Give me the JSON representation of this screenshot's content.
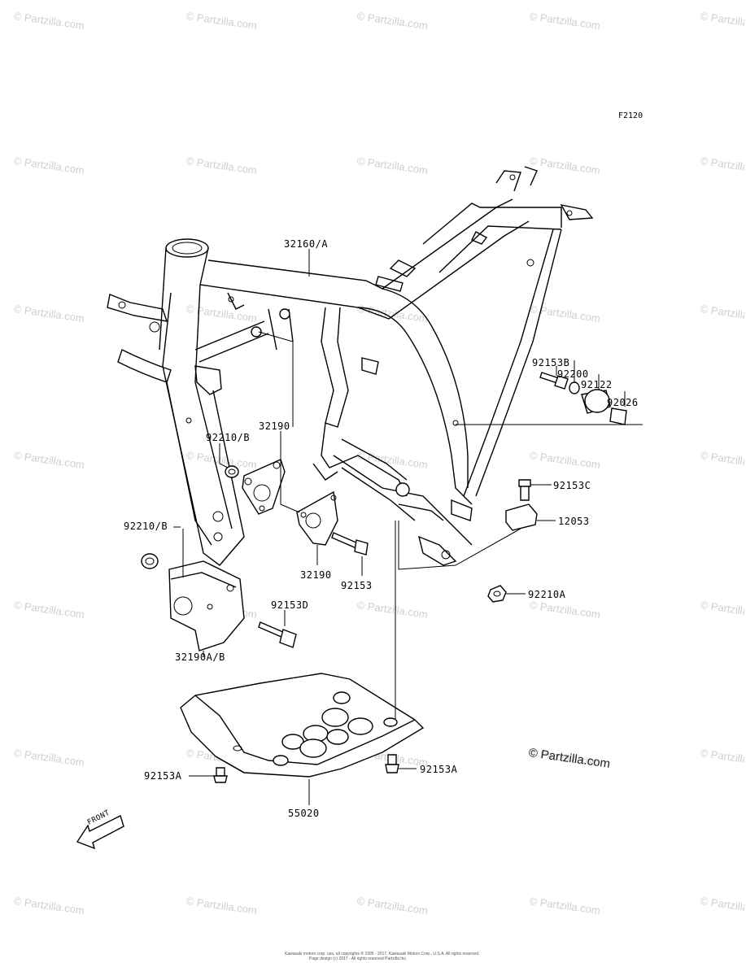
{
  "diagram": {
    "code": "F2120",
    "copyright": "© Partzilla.com",
    "watermark": "© Partzilla.com",
    "footer_line1": "Kawasaki motors corp. usa, all copyrights ® 1995 - 2017, Kawasaki Motors Corp., U.S.A. All rights reserved.",
    "footer_line2": "Page design (c) 2017 - All rights reserved Partzilla Inc.",
    "front_label": "FRONT",
    "parts": {
      "p32160a": "32160/A",
      "p92153b": "92153B",
      "p92200": "92200",
      "p92122": "92122",
      "p92026": "92026",
      "p92210b_upper": "92210/B",
      "p32190_upper": "32190",
      "p92153c": "92153C",
      "p12053": "12053",
      "p92210b_lower": "92210/B",
      "p32190_mid": "32190",
      "p92153": "92153",
      "p92210a": "92210A",
      "p92153d": "92153D",
      "p32190ab": "32190A/B",
      "p92153a_left": "92153A",
      "p92153a_right": "92153A",
      "p55020": "55020"
    }
  }
}
